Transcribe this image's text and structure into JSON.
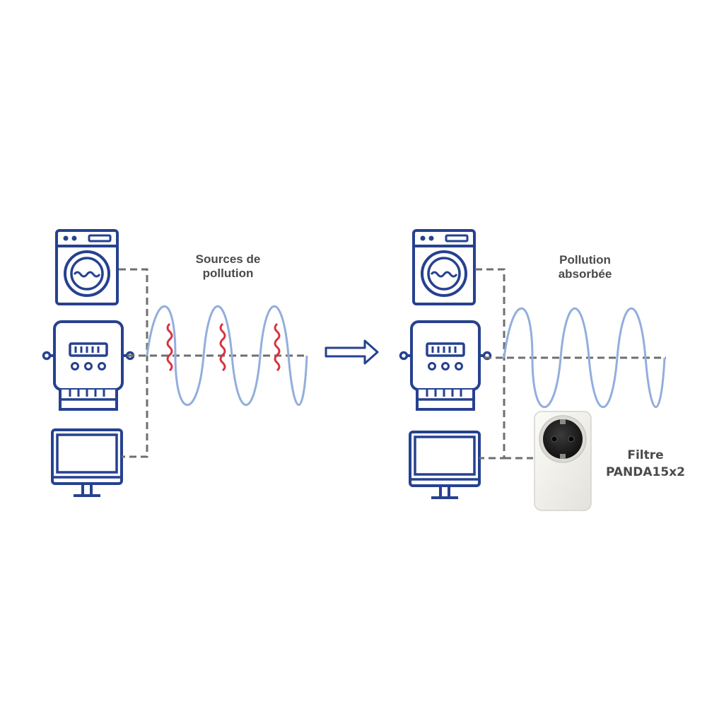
{
  "left_panel": {
    "label_line1": "Sources de",
    "label_line2": "pollution"
  },
  "right_panel": {
    "label_line1": "Pollution",
    "label_line2": "absorbée"
  },
  "filter": {
    "label_line1": "Filtre",
    "label_line2": "PANDA15x2"
  },
  "icons": [
    "washing-machine-icon",
    "electric-meter-icon",
    "monitor-icon",
    "arrow-right-icon",
    "wall-socket-filter"
  ],
  "colors": {
    "icon_blue": "#26418f",
    "wave_blue": "#93aedd",
    "noise_red": "#d9303f",
    "dash_gray": "#6f6f6f",
    "text_gray": "#4a4a4a"
  }
}
